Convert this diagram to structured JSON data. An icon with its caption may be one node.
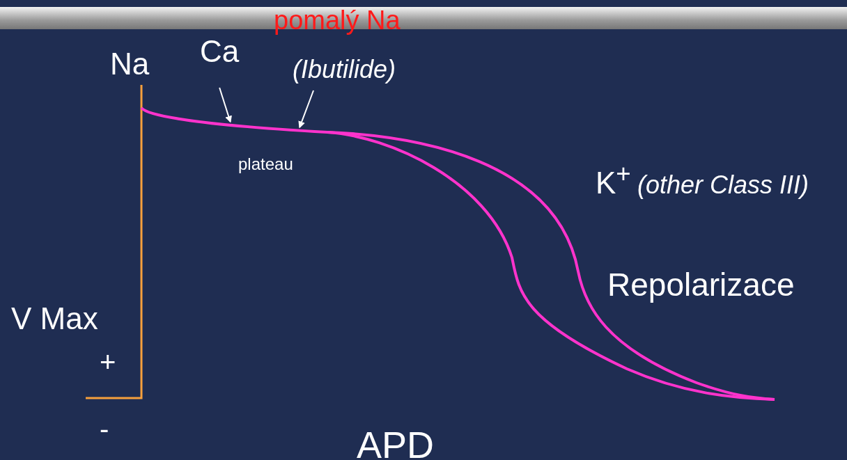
{
  "diagram": {
    "nodes": [
      {
        "text": [
          "Ca"
        ]
      },
      {
        "text": [
          "(Ibutilide)"
        ]
      },
      {
        "text": [],
        "shape": "picture"
      }
    ],
    "edges": [
      {
        "from": 0,
        "to": 2,
        "arrow": "to"
      },
      {
        "from": 1,
        "to": 2,
        "arrow": "to"
      }
    ],
    "labels": [
      "pomalý Na",
      "Na",
      "plateau",
      "K$^{+}$",
      "(other Class III)",
      "Repolarizace",
      "V Max",
      "+",
      "-",
      "APD"
    ]
  }
}
